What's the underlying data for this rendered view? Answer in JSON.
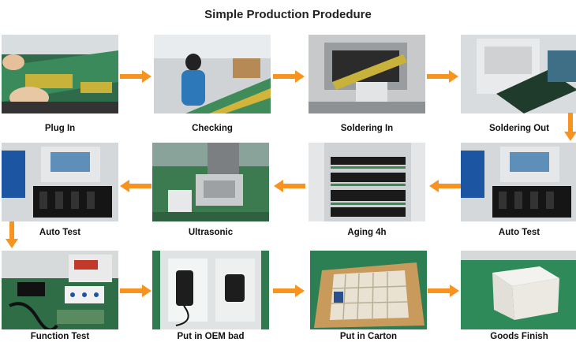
{
  "title": "Simple Production Prodedure",
  "steps": [
    {
      "label": "Plug In"
    },
    {
      "label": "Checking"
    },
    {
      "label": "Soldering In"
    },
    {
      "label": "Soldering Out"
    },
    {
      "label": "Auto Test"
    },
    {
      "label": "Aging 4h"
    },
    {
      "label": "Ultrasonic"
    },
    {
      "label": "Auto Test"
    },
    {
      "label": "Function Test"
    },
    {
      "label": "Put in OEM bad"
    },
    {
      "label": "Put in Carton"
    },
    {
      "label": "Goods Finish"
    }
  ],
  "colors": {
    "arrow": "#f7931e"
  }
}
